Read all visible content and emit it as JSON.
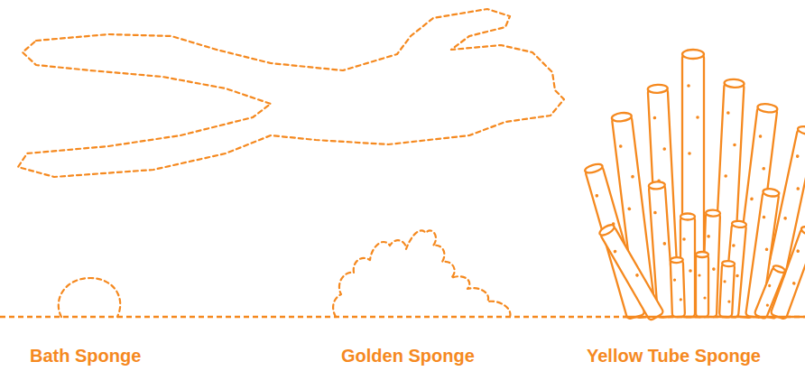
{
  "diagram": {
    "labels": [
      "Bath Sponge",
      "Golden Sponge",
      "Yellow Tube Sponge"
    ]
  }
}
